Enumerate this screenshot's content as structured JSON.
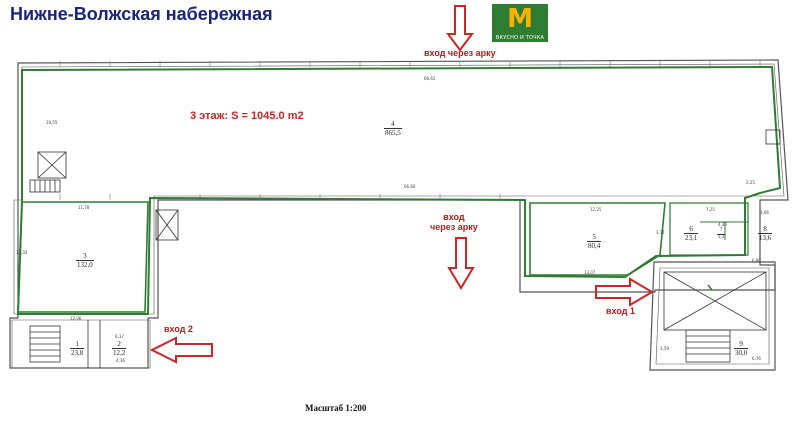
{
  "header": {
    "title": "Нижне-Волжская набережная"
  },
  "logo": {
    "glyph": "M",
    "caption": "ВКУСНО И ТОЧКА"
  },
  "floor_label": "3 этаж: S = 1045.0 m2",
  "entrances": {
    "top": "вход через арку",
    "middle_line1": "вход",
    "middle_line2": "через арку",
    "right": "вход 1",
    "left": "вход 2"
  },
  "scale_label": "Масштаб 1:200",
  "rooms": [
    {
      "id": "4",
      "area": "865,5"
    },
    {
      "id": "3",
      "area": "132,0"
    },
    {
      "id": "5",
      "area": "80,4"
    },
    {
      "id": "6",
      "area": "23,1"
    },
    {
      "id": "7",
      "area": "3,3"
    },
    {
      "id": "8",
      "area": "13,6"
    },
    {
      "id": "1",
      "area": "23,8"
    },
    {
      "id": "2",
      "area": "12,2"
    },
    {
      "id": "9",
      "area": "30,0"
    }
  ],
  "dims": [
    "66,62",
    "66,60",
    "11,78",
    "12,25",
    "7,25",
    "13,07",
    "10,55",
    "2,25",
    "3,66",
    "4,36",
    "6,80",
    "12,06",
    "6,17",
    "4,36",
    "6,76",
    "13,02",
    "3,59",
    "3,71"
  ],
  "colors": {
    "outline": "#2e7d32",
    "arrow": "#c62828",
    "title": "#1a237e",
    "walls": "#444444"
  }
}
